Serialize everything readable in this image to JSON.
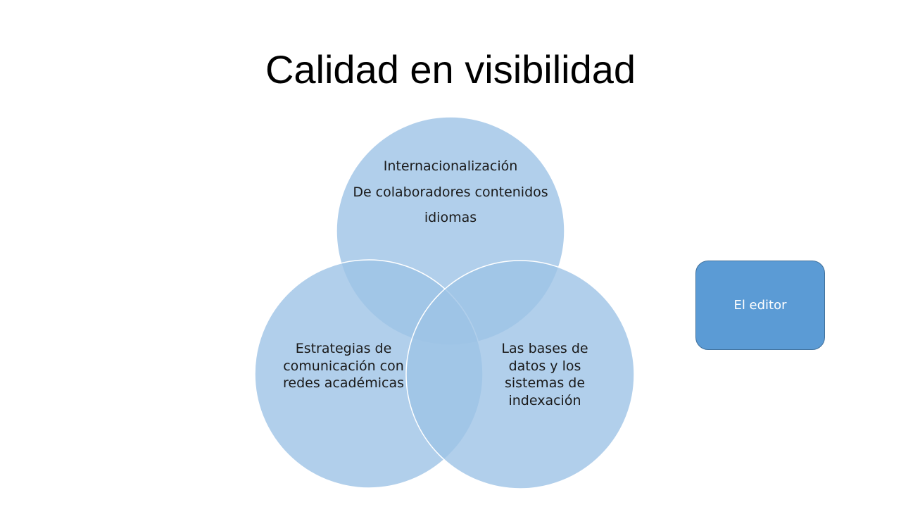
{
  "slide": {
    "title": "Calidad en visibilidad"
  },
  "venn": {
    "top": {
      "lines": [
        "Internacionalización",
        "De colaboradores contenidos",
        "idiomas"
      ]
    },
    "left": {
      "text": "Estrategias de comunicación con redes académicas"
    },
    "right": {
      "text": "Las bases de datos y los sistemas de indexación"
    },
    "fill_color": "#9dc3e6",
    "stroke_color": "#ffffff"
  },
  "side_box": {
    "label": "El editor",
    "color": "#5b9bd5"
  }
}
